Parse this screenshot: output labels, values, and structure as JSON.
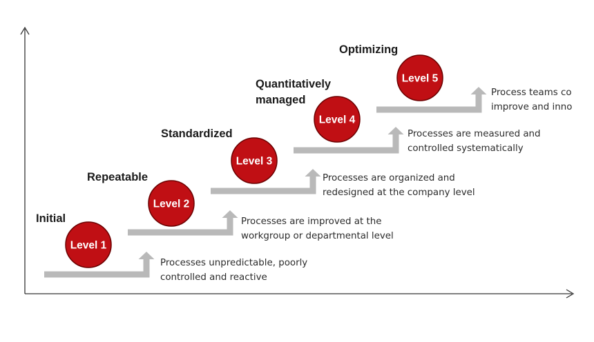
{
  "colors": {
    "axis": "#333333",
    "step_arrow": "#b9b9b9",
    "circle_fill": "#c00f14",
    "circle_stroke": "#6b0000",
    "circle_text": "#ffffff",
    "title_text": "#1a1a1a",
    "description_text": "#2a2a2a"
  },
  "levels": [
    {
      "title_lines": [
        "Initial"
      ],
      "badge": "Level 1",
      "description_lines": [
        "Processes unpredictable, poorly",
        "controlled and reactive"
      ]
    },
    {
      "title_lines": [
        "Repeatable"
      ],
      "badge": "Level 2",
      "description_lines": [
        "Processes are improved at the",
        "workgroup or departmental level"
      ]
    },
    {
      "title_lines": [
        "Standardized"
      ],
      "badge": "Level 3",
      "description_lines": [
        "Processes are organized and",
        "redesigned at the company level"
      ]
    },
    {
      "title_lines": [
        "Quantitatively",
        "managed"
      ],
      "badge": "Level 4",
      "description_lines": [
        "Processes are measured and",
        "controlled systematically"
      ]
    },
    {
      "title_lines": [
        "Optimizing"
      ],
      "badge": "Level 5",
      "description_lines": [
        "Process teams co",
        "improve and inno"
      ]
    }
  ]
}
